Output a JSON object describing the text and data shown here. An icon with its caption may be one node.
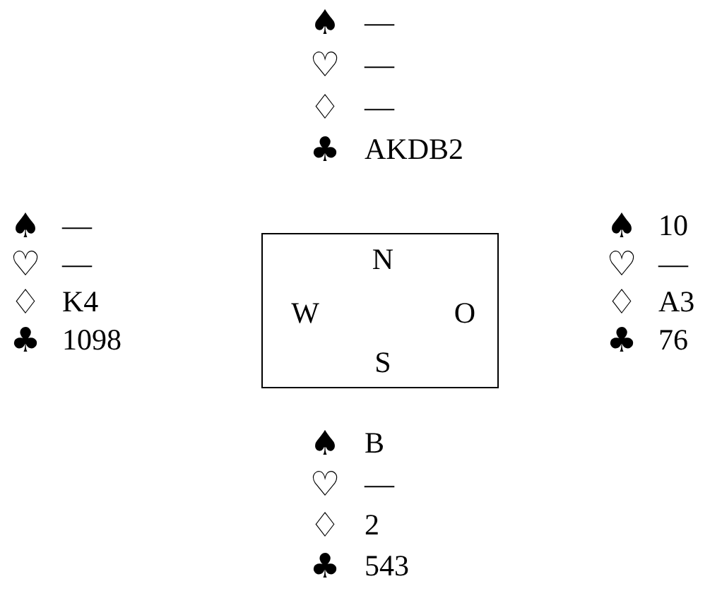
{
  "diagram": {
    "nodes": [
      {
        "text": [
          "N",
          "W",
          "O",
          "S"
        ]
      }
    ],
    "edges": [],
    "labels": [
      "♠",
      "—",
      "♡",
      "—",
      "♢",
      "—",
      "♣",
      "AKDB2",
      "♠",
      "—",
      "♠",
      "10",
      "♡",
      "—",
      "♡",
      "—",
      "♢",
      "K4",
      "♢",
      "A3",
      "♣",
      "1098",
      "♣",
      "76",
      "♠",
      "B",
      "♡",
      "—",
      "♢",
      "2",
      "♣",
      "543"
    ]
  }
}
